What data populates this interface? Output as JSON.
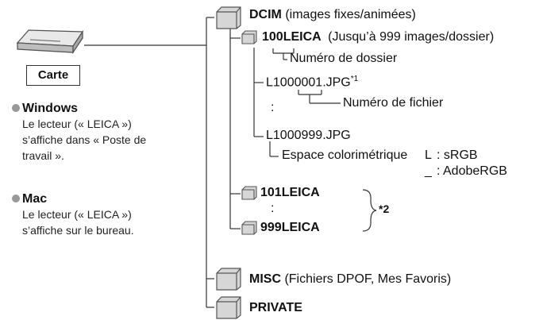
{
  "card": {
    "label": "Carte"
  },
  "windows": {
    "title": "Windows",
    "lines": [
      "Le lecteur (« LEICA »)",
      "s’affiche dans « Poste de",
      "travail »."
    ]
  },
  "mac": {
    "title": "Mac",
    "lines": [
      "Le lecteur (« LEICA »)",
      "s’affiche sur le bureau."
    ]
  },
  "tree": {
    "dcim": {
      "name": "DCIM",
      "desc": "(images fixes/animées)"
    },
    "f100": {
      "name": "100LEICA",
      "desc": "(Jusqu’à 999 images/dossier)"
    },
    "folder_number": "Numéro de dossier",
    "file_first": {
      "name": "L1000001.JPG",
      "note": "*1"
    },
    "colon": ":",
    "file_number": "Numéro de fichier",
    "file_last": "L1000999.JPG",
    "color_space": {
      "label": "Espace colorimétrique",
      "l_key": "L",
      "l_val": ": sRGB",
      "u_key": "_",
      "u_val": ": AdobeRGB"
    },
    "f101": "101LEICA",
    "f999": "999LEICA",
    "note2": "*2",
    "misc": {
      "name": "MISC",
      "desc": "(Fichiers DPOF, Mes Favoris)"
    },
    "private": "PRIVATE"
  }
}
